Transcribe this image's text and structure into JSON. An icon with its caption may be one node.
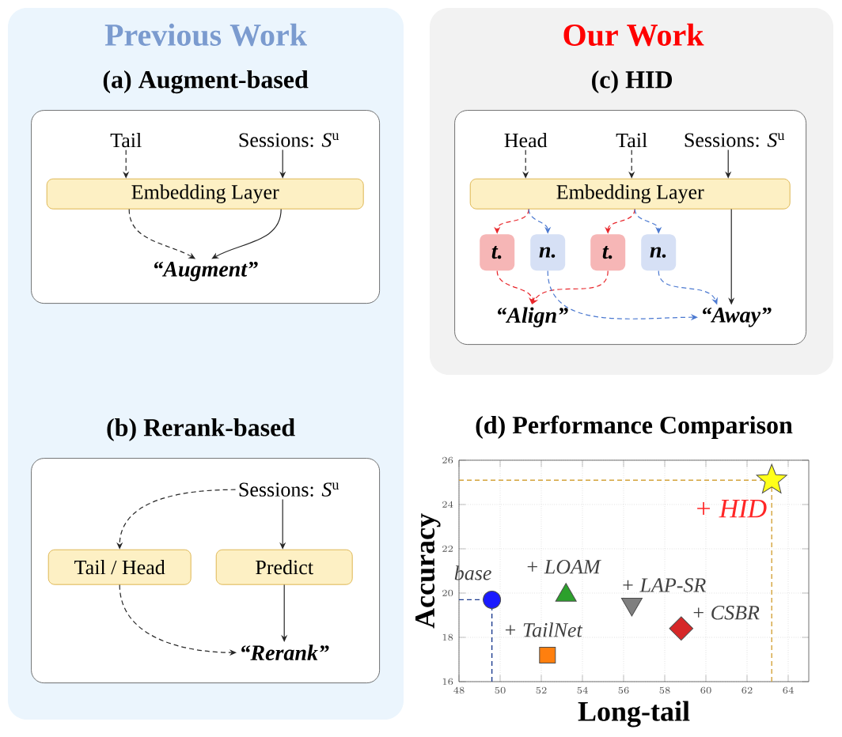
{
  "diagram": {
    "nodes": [
      {
        "text": [
          "Previous Work"
        ]
      },
      {
        "text": [
          "(a) Augment-based"
        ],
        "in": 0
      },
      {
        "text": [
          "Tail"
        ],
        "in": 1
      },
      {
        "text": [
          "Sessions: *S*$^{u}$"
        ],
        "in": 1
      },
      {
        "text": [
          "Embedding Layer"
        ],
        "in": 1
      },
      {
        "text": [
          "“Augment”"
        ],
        "in": 1
      },
      {
        "text": [
          "(b) Rerank-based"
        ],
        "in": 0
      },
      {
        "text": [
          "Sessions: *S*$^{u}$"
        ],
        "in": 6
      },
      {
        "text": [
          "Tail / Head"
        ],
        "in": 6
      },
      {
        "text": [
          "Predict"
        ],
        "in": 6
      },
      {
        "text": [
          "“Rerank”"
        ],
        "in": 6
      },
      {
        "text": [
          "Our Work"
        ]
      },
      {
        "text": [
          "(c) HID"
        ],
        "in": 11
      },
      {
        "text": [
          "Head"
        ],
        "in": 12
      },
      {
        "text": [
          "Tail"
        ],
        "in": 12
      },
      {
        "text": [
          "Sessions: *S*$^{u}$"
        ],
        "in": 12
      },
      {
        "text": [
          "Embedding Layer"
        ],
        "in": 12
      },
      {
        "text": [
          "t."
        ],
        "in": 12
      },
      {
        "text": [
          "n."
        ],
        "in": 12
      },
      {
        "text": [
          "t."
        ],
        "in": 12
      },
      {
        "text": [
          "n."
        ],
        "in": 12
      },
      {
        "text": [
          "“Align”"
        ],
        "in": 12
      },
      {
        "text": [
          "“Away”"
        ],
        "in": 12
      }
    ],
    "edges": [
      {
        "from": 2,
        "to": 4,
        "arrow": "to",
        "style": "dashed"
      },
      {
        "from": 3,
        "to": 4,
        "arrow": "to"
      },
      {
        "from": 4,
        "to": 5,
        "arrow": "to",
        "style": "dashed"
      },
      {
        "from": 4,
        "to": 5,
        "arrow": "to"
      },
      {
        "from": 7,
        "to": 8,
        "arrow": "to",
        "style": "dashed"
      },
      {
        "from": 7,
        "to": 9,
        "arrow": "to"
      },
      {
        "from": 9,
        "to": 10,
        "arrow": "to"
      },
      {
        "from": 8,
        "to": 10,
        "arrow": "to",
        "style": "dashed"
      },
      {
        "from": 13,
        "to": 16,
        "arrow": "to",
        "style": "dashed"
      },
      {
        "from": 14,
        "to": 16,
        "arrow": "to",
        "style": "dashed"
      },
      {
        "from": 15,
        "to": 16,
        "arrow": "to"
      },
      {
        "from": 16,
        "to": 17,
        "arrow": "to",
        "style": "dashed",
        "color": "#e8262b"
      },
      {
        "from": 16,
        "to": 18,
        "arrow": "to",
        "style": "dashed",
        "color": "#4a78d0"
      },
      {
        "from": 16,
        "to": 19,
        "arrow": "to",
        "style": "dashed",
        "color": "#e8262b"
      },
      {
        "from": 16,
        "to": 20,
        "arrow": "to",
        "style": "dashed",
        "color": "#4a78d0"
      },
      {
        "from": 17,
        "to": 21,
        "arrow": "to",
        "style": "dashed",
        "color": "#e8262b"
      },
      {
        "from": 19,
        "to": 21,
        "arrow": "to",
        "style": "dashed",
        "color": "#e8262b"
      },
      {
        "from": 18,
        "to": 22,
        "arrow": "to",
        "style": "dashed",
        "color": "#4a78d0"
      },
      {
        "from": 20,
        "to": 22,
        "arrow": "to",
        "style": "dashed",
        "color": "#4a78d0"
      },
      {
        "from": 16,
        "to": 22,
        "arrow": "to"
      }
    ],
    "chart_data": {
      "type": "scatter",
      "title": "(d) Performance Comparison",
      "xlabel": "Long-tail",
      "ylabel": "Accuracy",
      "xlim": [
        48,
        65
      ],
      "ylim": [
        16,
        26
      ],
      "xticks": [
        48,
        50,
        52,
        54,
        56,
        58,
        60,
        62,
        64
      ],
      "yticks": [
        16,
        18,
        20,
        22,
        24,
        26
      ],
      "grid": true,
      "ref_lines": [
        {
          "axis": "x",
          "value": 49.6,
          "color": "#1d3c8f"
        },
        {
          "axis": "y",
          "value": 19.7,
          "color": "#1d3c8f"
        },
        {
          "axis": "x",
          "value": 63.2,
          "color": "#d4a33a"
        },
        {
          "axis": "y",
          "value": 25.1,
          "color": "#d4a33a"
        }
      ],
      "series": [
        {
          "name": "base",
          "color": "#1a1aff",
          "x": [
            49.6
          ],
          "values": [
            19.7
          ]
        },
        {
          "name": "+ LOAM",
          "color": "#2ca02c",
          "x": [
            53.2
          ],
          "values": [
            19.9
          ]
        },
        {
          "name": "+ LAP-SR",
          "color": "#7f7f7f",
          "x": [
            56.4
          ],
          "values": [
            19.5
          ]
        },
        {
          "name": "+ CSBR",
          "color": "#d62728",
          "x": [
            58.8
          ],
          "values": [
            18.4
          ]
        },
        {
          "name": "+ TailNet",
          "color": "#ff7f0e",
          "x": [
            52.3
          ],
          "values": [
            17.2
          ]
        },
        {
          "name": "+ HID",
          "color": "#ffff1a",
          "x": [
            63.2
          ],
          "values": [
            25.1
          ]
        }
      ]
    }
  }
}
